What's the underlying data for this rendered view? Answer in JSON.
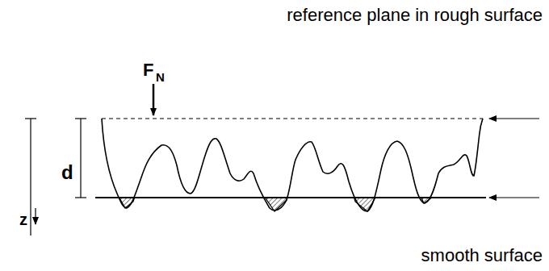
{
  "diagram": {
    "labels": [
      "reference plane in rough surface",
      "F",
      "N",
      "d",
      "z",
      "smooth surface"
    ]
  }
}
